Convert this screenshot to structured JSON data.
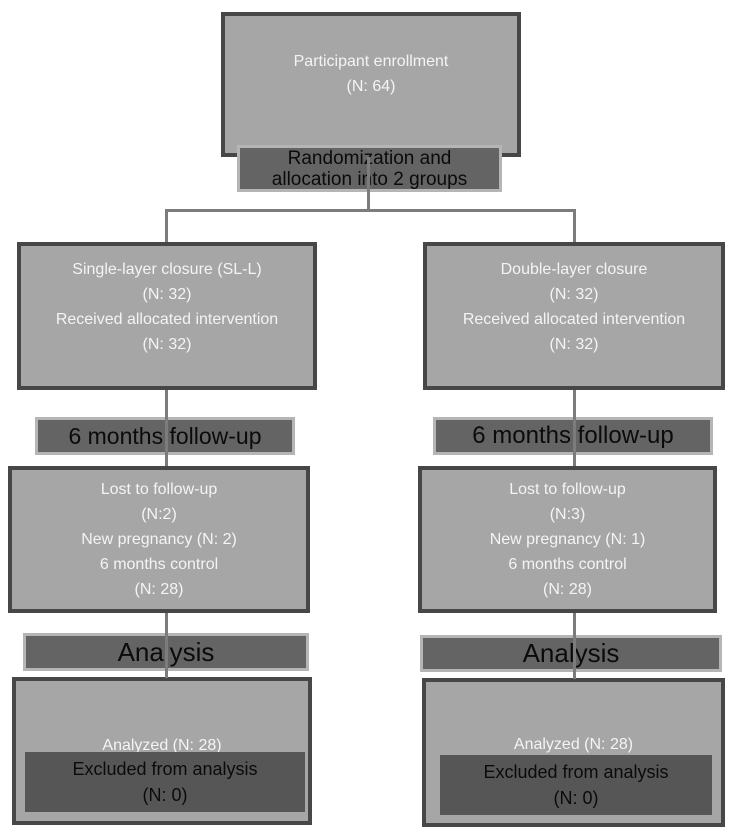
{
  "colors": {
    "background": "#ffffff",
    "box_fill": "#a6a6a6",
    "box_border": "#474747",
    "banner_fill": "#646464",
    "banner_border": "#b5b5b5",
    "inner_box_fill": "#565656",
    "connector_line": "#7c7c7c",
    "box_text": "#f4f4f4",
    "banner_text": "#0b0b0b"
  },
  "flow": {
    "enrollment": {
      "lines": [
        "Participant enrollment",
        "(N: 64)"
      ]
    },
    "randomization": {
      "lines": [
        "Randomization and",
        "allocation into 2 groups"
      ]
    },
    "left_arm": {
      "allocation_lines": [
        "Single-layer closure (SL-L)",
        "(N: 32)",
        "Received allocated intervention",
        "(N: 32)"
      ],
      "followup_banner": "6 months follow-up",
      "followup_lines": [
        "Lost to follow-up",
        "(N:2)",
        "New pregnancy (N: 2)",
        "6 months control",
        "(N: 28)"
      ],
      "analysis_banner": "Analysis",
      "analyzed_line": "Analyzed (N: 28)",
      "excluded_lines": [
        "Excluded from analysis",
        "(N: 0)"
      ]
    },
    "right_arm": {
      "allocation_lines": [
        "Double-layer closure",
        "(N: 32)",
        "Received allocated intervention",
        "(N: 32)"
      ],
      "followup_banner": "6 months follow-up",
      "followup_lines": [
        "Lost to follow-up",
        "(N:3)",
        "New pregnancy (N: 1)",
        "6 months control",
        "(N: 28)"
      ],
      "analysis_banner": "Analysis",
      "analyzed_line": "Analyzed (N: 28)",
      "excluded_lines": [
        "Excluded from analysis",
        "(N: 0)"
      ]
    }
  }
}
